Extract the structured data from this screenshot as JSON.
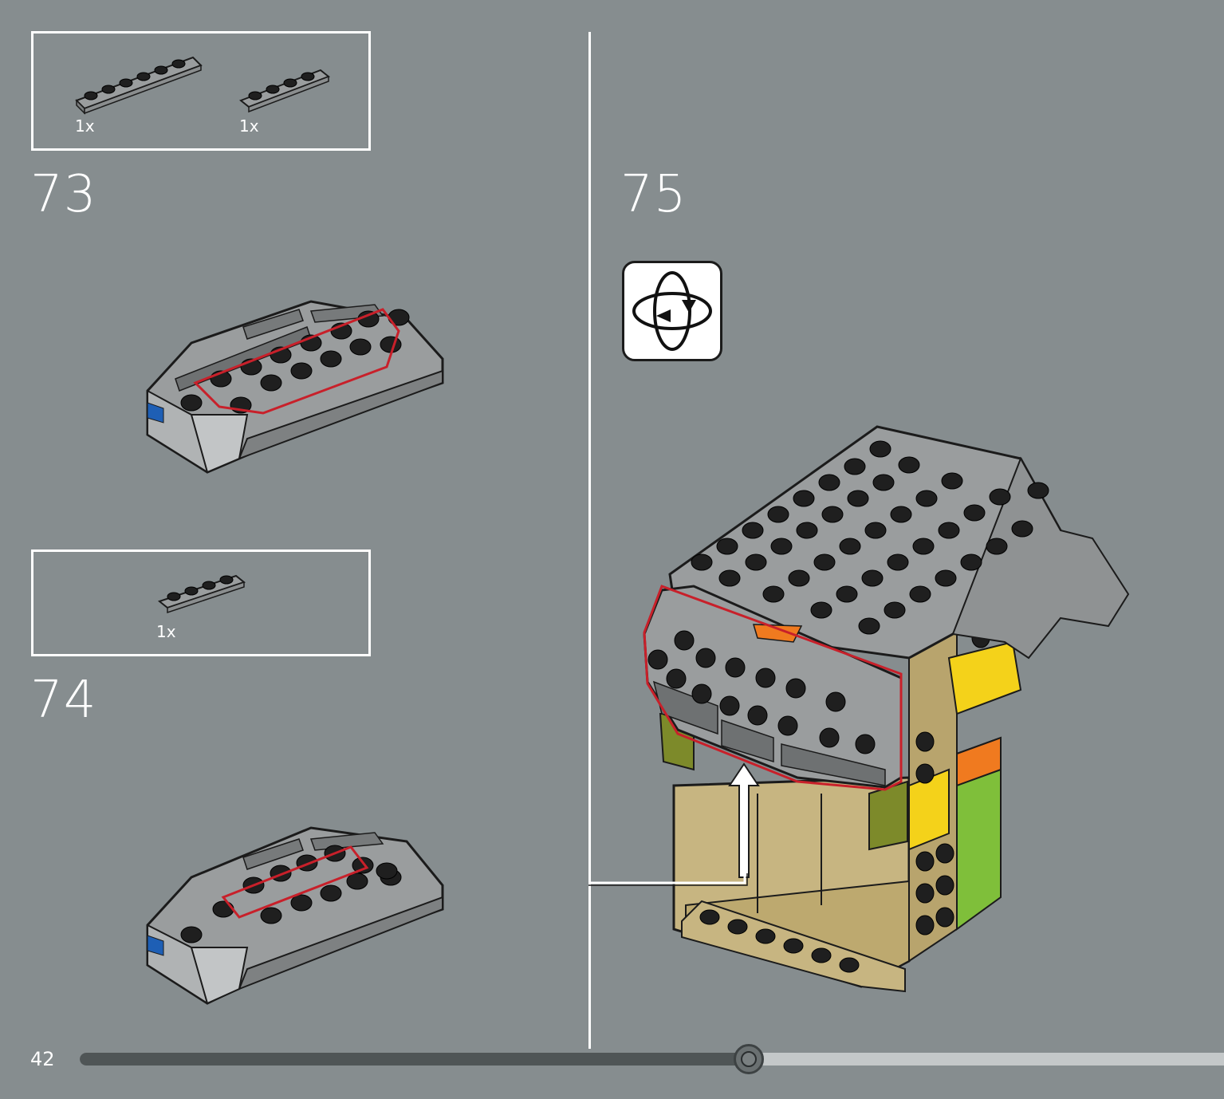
{
  "page": {
    "number": "42",
    "progress_fraction": 0.585
  },
  "steps": [
    {
      "number": "73",
      "parts": [
        {
          "qty": "1x",
          "piece": "plate-1x6-dark-gray"
        },
        {
          "qty": "1x",
          "piece": "plate-1x4-dark-gray"
        }
      ]
    },
    {
      "number": "74",
      "parts": [
        {
          "qty": "1x",
          "piece": "plate-1x4-dark-gray"
        }
      ]
    },
    {
      "number": "75",
      "icon": "rotate-model-icon"
    }
  ],
  "colors": {
    "background": "#868d8f",
    "brick_gray": "#9a9d9e",
    "stud_black": "#1f1f1f",
    "highlight_red": "#c8202a",
    "tan": "#c7b581"
  }
}
